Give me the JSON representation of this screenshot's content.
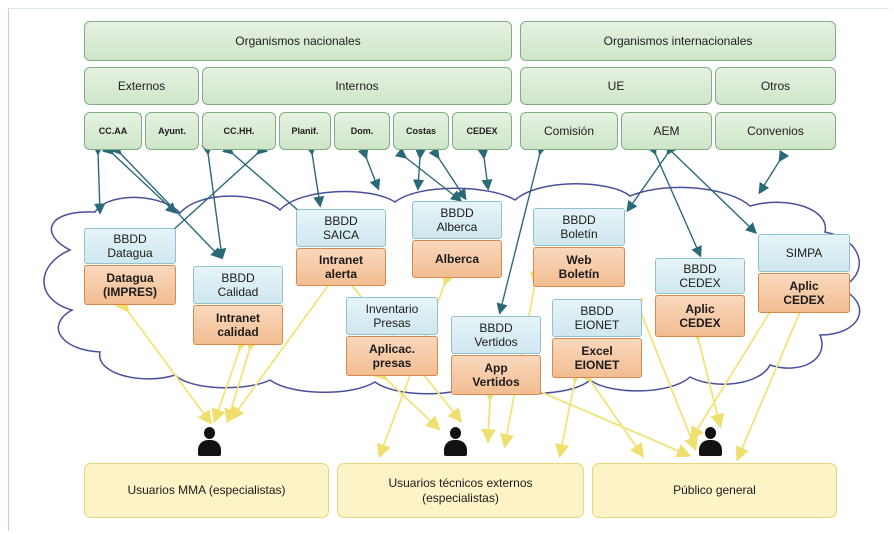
{
  "top": {
    "nacionales": "Organismos nacionales",
    "internacionales": "Organismos internacionales"
  },
  "groups": {
    "externos": "Externos",
    "internos": "Internos",
    "ue": "UE",
    "otros": "Otros"
  },
  "orgs": {
    "ccaa": "CC.AA",
    "ayunt": "Ayunt.",
    "cchh": "CC.HH.",
    "planif": "Planif.",
    "dom": "Dom.",
    "costas": "Costas",
    "cedex": "CEDEX",
    "comision": "Comisión",
    "aem": "AEM",
    "convenios": "Convenios"
  },
  "databases": [
    {
      "db": "BBDD\nDatagua",
      "app": "Datagua\n(IMPRES)"
    },
    {
      "db": "BBDD\nCalidad",
      "app": "Intranet\ncalidad"
    },
    {
      "db": "BBDD\nSAICA",
      "app": "Intranet\nalerta"
    },
    {
      "db": "BBDD\nAlberca",
      "app": "Alberca"
    },
    {
      "db": "Inventario\nPresas",
      "app": "Aplicac.\npresas"
    },
    {
      "db": "BBDD\nVertidos",
      "app": "App\nVertidos"
    },
    {
      "db": "BBDD\nBoletín",
      "app": "Web\nBoletín"
    },
    {
      "db": "BBDD\nEIONET",
      "app": "Excel\nEIONET"
    },
    {
      "db": "BBDD\nCEDEX",
      "app": "Aplic\nCEDEX"
    },
    {
      "db": "SIMPA",
      "app": "Aplic\nCEDEX"
    }
  ],
  "users": {
    "mma": "Usuarios MMA (especialistas)",
    "tecnicos": "Usuarios técnicos externos\n(especialistas)",
    "publico": "Público general"
  },
  "colors": {
    "green": "#cfe5c9",
    "blue": "#cfe7ee",
    "orange": "#f2bd91",
    "yellow": "#fcf3c6",
    "cloud_stroke": "#4a4f9c",
    "arrow_dark": "#2a6a78",
    "arrow_yellow": "#f1e37a"
  },
  "icons": [
    "user-icon",
    "user-icon",
    "user-icon"
  ]
}
